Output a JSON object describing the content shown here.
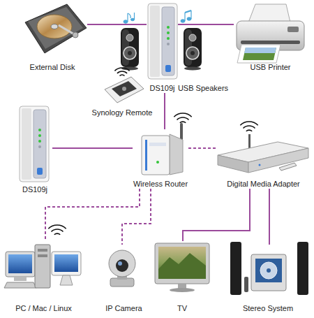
{
  "diagram": {
    "nodes": [
      {
        "text": [
          "External Disk"
        ]
      },
      {
        "text": [
          "DS109j"
        ]
      },
      {
        "text": [
          "USB Speakers"
        ]
      },
      {
        "text": [
          "USB Printer"
        ]
      },
      {
        "text": [
          "Synology Remote"
        ]
      },
      {
        "text": [
          "DS109j"
        ]
      },
      {
        "text": [
          "Wireless Router"
        ]
      },
      {
        "text": [
          "Digital Media Adapter"
        ]
      },
      {
        "text": [
          "PC / Mac / Linux"
        ]
      },
      {
        "text": [
          "IP Camera"
        ]
      },
      {
        "text": [
          "TV"
        ]
      },
      {
        "text": [
          "Stereo System"
        ]
      }
    ],
    "edges": [
      {
        "from": 0,
        "to": 1,
        "arrow": "none"
      },
      {
        "from": 1,
        "to": 2,
        "arrow": "none"
      },
      {
        "from": 1,
        "to": 3,
        "arrow": "none"
      },
      {
        "from": 1,
        "to": 6,
        "arrow": "none"
      },
      {
        "from": 5,
        "to": 6,
        "arrow": "none"
      },
      {
        "from": 6,
        "to": 7,
        "arrow": "none"
      },
      {
        "from": 6,
        "to": 8,
        "arrow": "none"
      },
      {
        "from": 6,
        "to": 9,
        "arrow": "none"
      },
      {
        "from": 7,
        "to": 10,
        "arrow": "none"
      },
      {
        "from": 7,
        "to": 11,
        "arrow": "none"
      }
    ]
  }
}
